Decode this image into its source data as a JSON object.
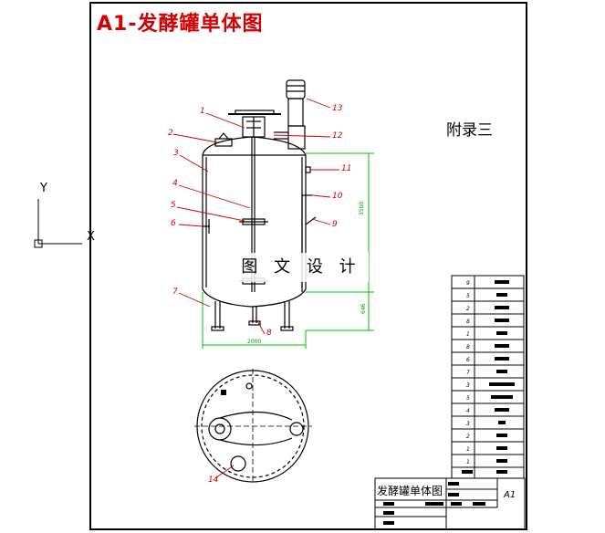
{
  "drawing": {
    "title": "A1-发酵罐单体图",
    "appendix_label": "附录三",
    "watermark": "图 文 设 计",
    "title_block_name": "发酵罐单体图",
    "sheet_size": "A1"
  },
  "axes": {
    "y_label": "Y",
    "x_label": "X"
  },
  "part_labels": [
    "1",
    "2",
    "3",
    "4",
    "5",
    "6",
    "7",
    "8",
    "9",
    "10",
    "11",
    "12",
    "13",
    "14"
  ],
  "dimensions": {
    "height_main": "3500",
    "height_legs": "646",
    "width": "2000"
  },
  "colors": {
    "annotation_red": "#d40000",
    "dimension_green": "#00c000",
    "line_black": "#000000"
  }
}
